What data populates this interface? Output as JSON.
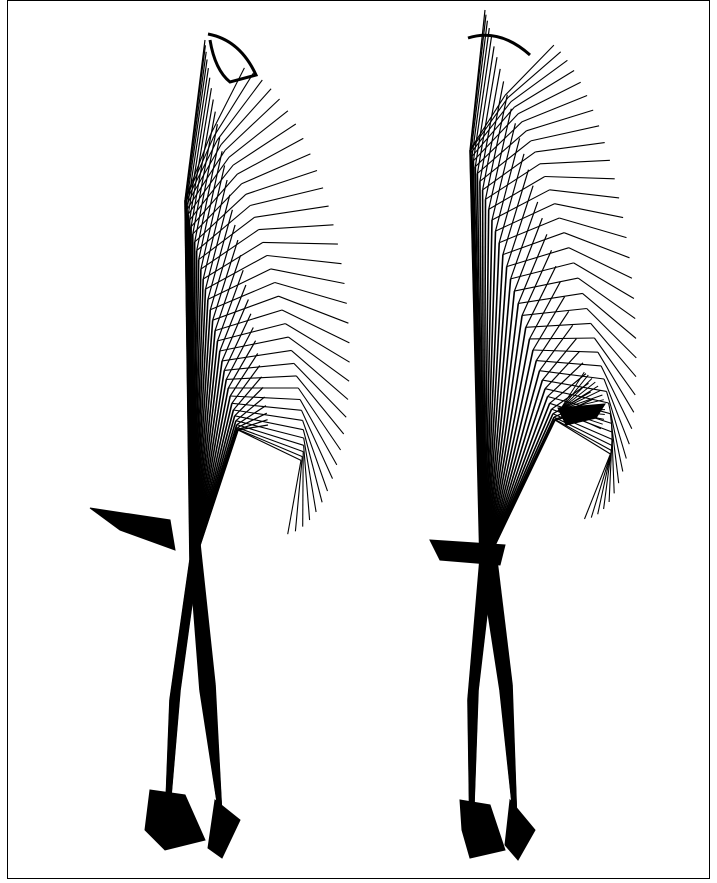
{
  "figure": {
    "panels": [
      {
        "id": "left",
        "motion": "stick-figure-sequence-left"
      },
      {
        "id": "right",
        "motion": "stick-figure-sequence-right"
      }
    ],
    "colors": {
      "ink": "#000000",
      "background": "#ffffff",
      "frame": "#000000"
    }
  }
}
